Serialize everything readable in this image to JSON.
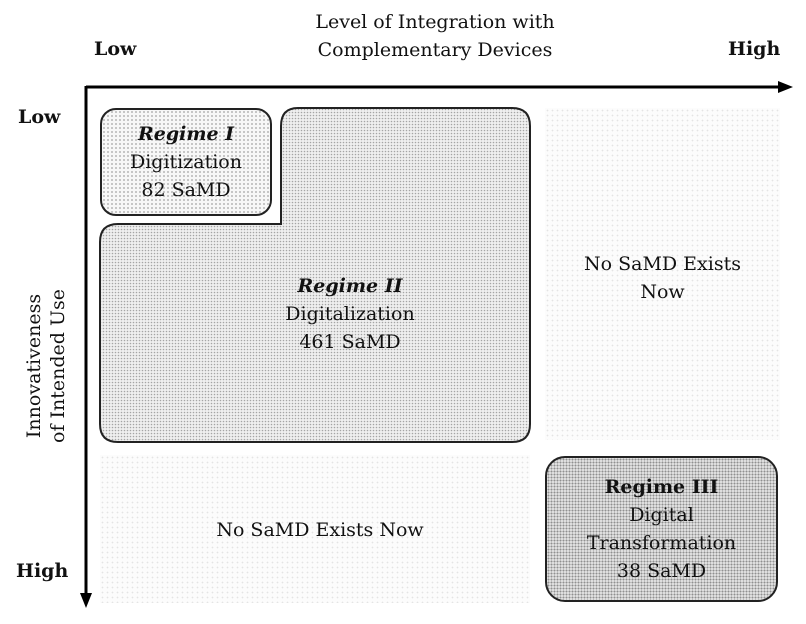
{
  "x_axis": {
    "title_line1": "Level of Integration with",
    "title_line2": "Complementary Devices",
    "low": "Low",
    "high": "High"
  },
  "y_axis": {
    "title_line1": "Innovativeness",
    "title_line2": "of Intended Use",
    "low": "Low",
    "high": "High"
  },
  "regimes": [
    {
      "name": "Regime I",
      "label": "Digitization",
      "count": "82 SaMD"
    },
    {
      "name": "Regime II",
      "label": "Digitalization",
      "count": "461 SaMD"
    },
    {
      "name": "Regime III",
      "label_line1": "Digital",
      "label_line2": "Transformation",
      "count": "38 SaMD"
    }
  ],
  "empty_regions": {
    "top_right_line1": "No SaMD Exists",
    "top_right_line2": "Now",
    "bottom_left": "No SaMD Exists Now"
  }
}
